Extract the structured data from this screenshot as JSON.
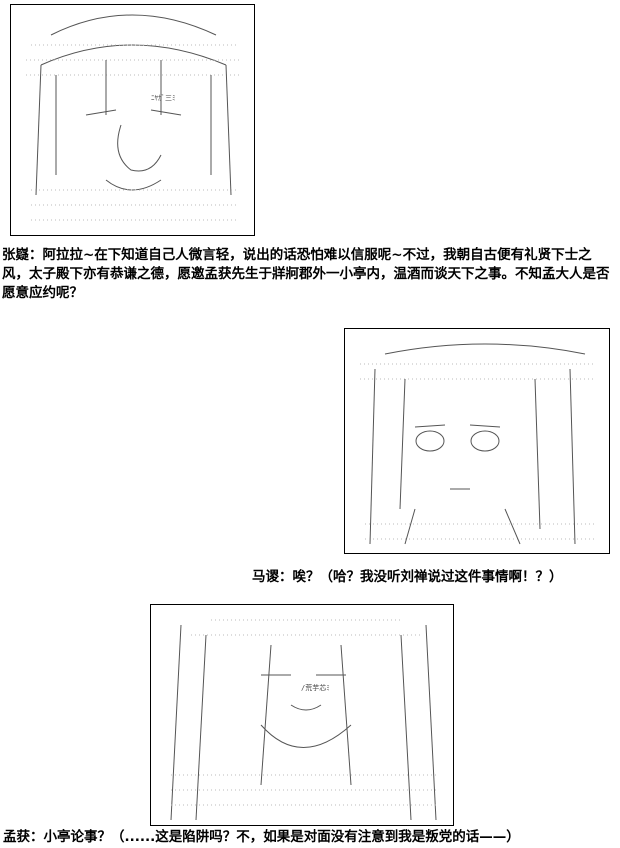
{
  "panels": [
    {
      "art_text": "ﾆﾔｶﾞ三ﾐ"
    },
    {
      "art_text": ""
    },
    {
      "art_text": "/荒芋芯ﾐ"
    }
  ],
  "captions": {
    "zhangni": "张嶷：阿拉拉~在下知道自己人微言轻，说出的话恐怕难以信服呢~不过，我朝自古便有礼贤下士之风，太子殿下亦有恭谦之德，愿邀孟获先生于牂牁郡外一小亭内，温酒而谈天下之事。不知孟大人是否愿意应约呢？",
    "masu": "马谡：唉？（哈？我没听刘禅说过这件事情啊！？）",
    "menghuo": "孟获：小亭论事？（......这是陷阱吗？不，如果是对面没有注意到我是叛党的话——）"
  }
}
